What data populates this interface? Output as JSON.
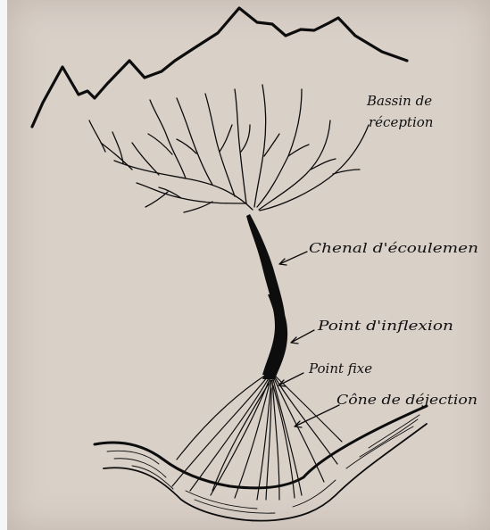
{
  "labels": {
    "bassin_line1": "Bassin de",
    "bassin_line2": "réception",
    "chenal": "Chenal d'écoulemen",
    "inflexion": "Point d'inflexion",
    "point_fixe": "Point fixe",
    "cone": "Cône de déjection"
  },
  "colors": {
    "paper": "#d9d0c8",
    "ink": "#0d0d0d",
    "margin": "#f6f6f6"
  }
}
